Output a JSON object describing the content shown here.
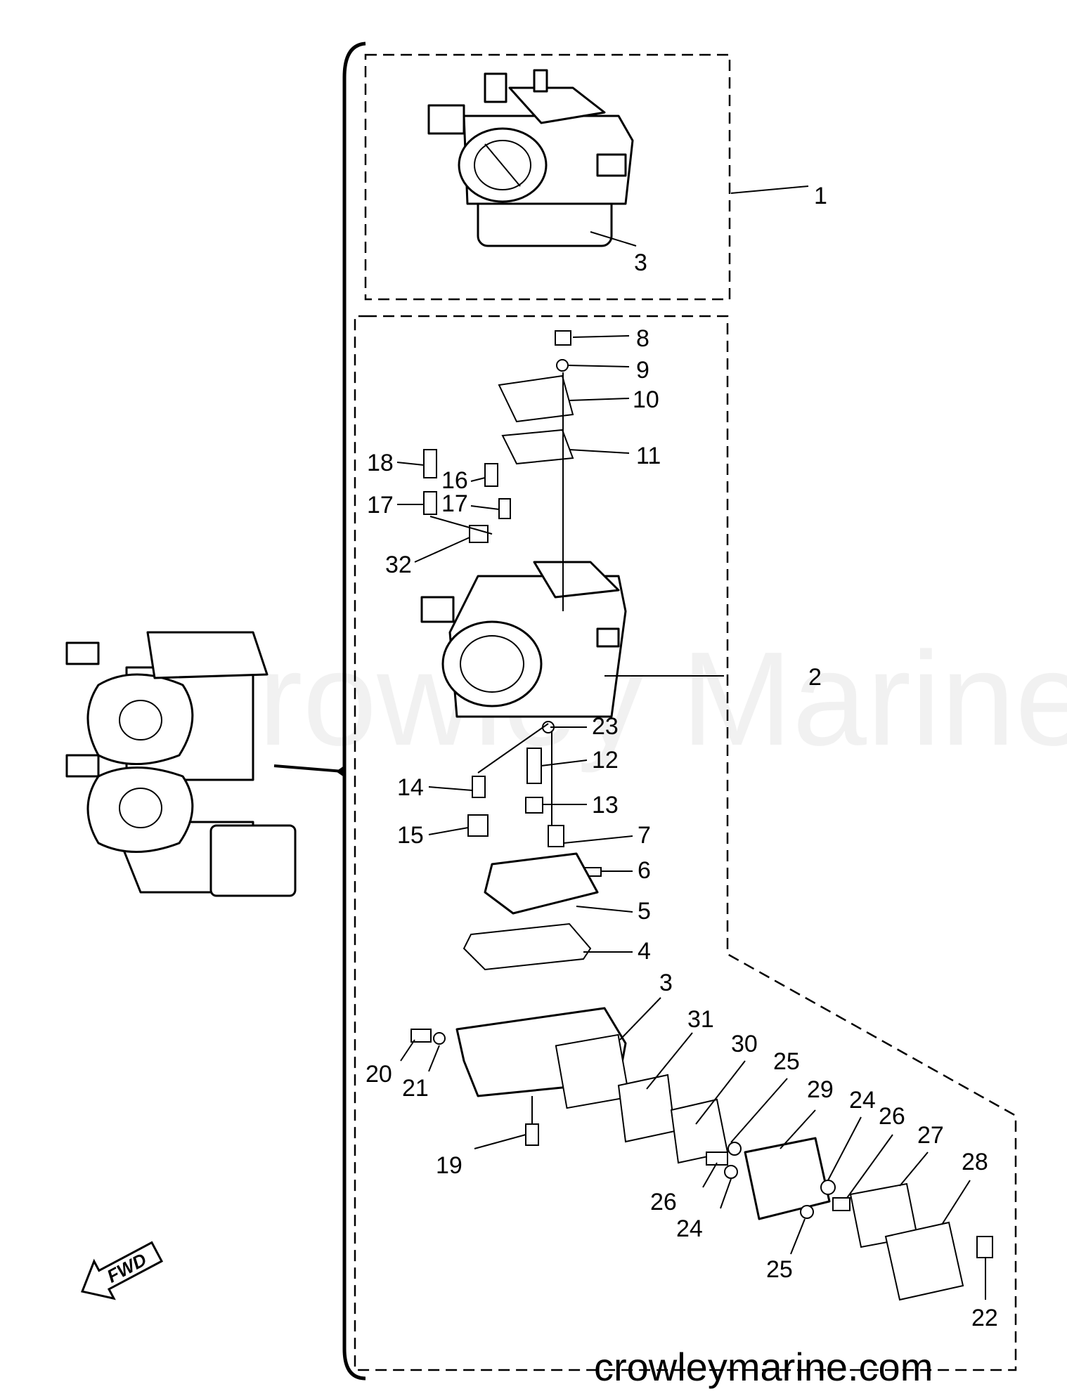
{
  "watermark": "Crowley Marine",
  "site": "crowleymarine.com",
  "direction": "FWD",
  "labels": {
    "p1": "1",
    "p2": "2",
    "p3a": "3",
    "p3b": "3",
    "p4": "4",
    "p5": "5",
    "p6": "6",
    "p7": "7",
    "p8": "8",
    "p9": "9",
    "p10": "10",
    "p11": "11",
    "p12": "12",
    "p13": "13",
    "p14": "14",
    "p15": "15",
    "p16": "16",
    "p17a": "17",
    "p17b": "17",
    "p18": "18",
    "p19": "19",
    "p20": "20",
    "p21": "21",
    "p22": "22",
    "p23": "23",
    "p24a": "24",
    "p24b": "24",
    "p25a": "25",
    "p25b": "25",
    "p26a": "26",
    "p26b": "26",
    "p27": "27",
    "p28": "28",
    "p29": "29",
    "p30": "30",
    "p31": "31",
    "p32": "32"
  }
}
